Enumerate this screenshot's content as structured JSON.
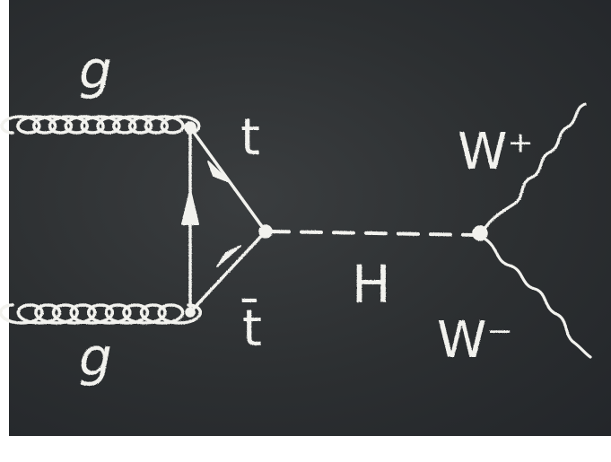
{
  "labels": {
    "gluon_top": "g",
    "gluon_bottom": "g",
    "top_quark": "t",
    "anti_top_quark": "t̄",
    "higgs": "H",
    "w_plus": "W⁺",
    "w_minus": "W⁻"
  },
  "colors": {
    "chalkboard": "#2e3133",
    "chalk": "#f2f2ee",
    "margin": "#ffffff"
  }
}
